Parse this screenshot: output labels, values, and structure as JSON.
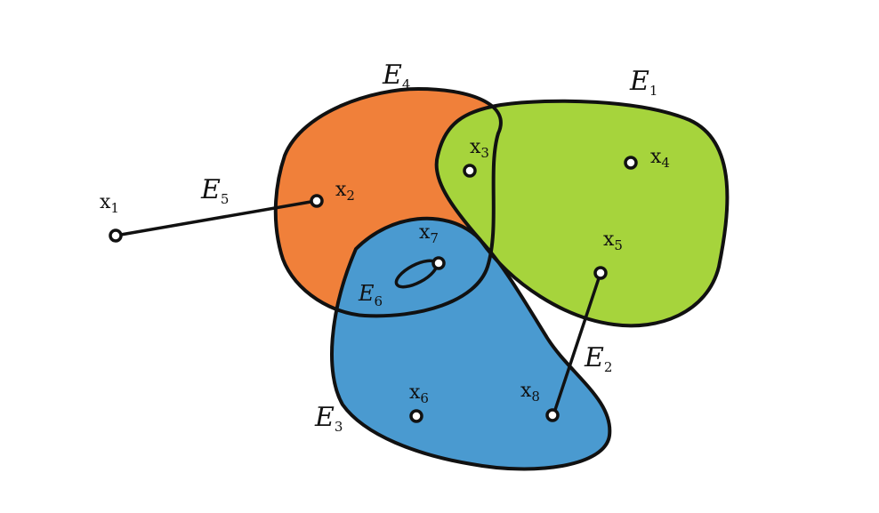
{
  "colors": {
    "E1": "#a6d43c",
    "E3": "#4a9ad0",
    "E4": "#f0803a",
    "overlap_E1_E4": "#a6d43c",
    "overlap_E3_E4": "#4a9ad0",
    "loop_E6": "#7ec6e6",
    "outline": "#111111",
    "background": "#ffffff"
  },
  "hyperedges": {
    "E1": {
      "letter": "E",
      "sub": "1"
    },
    "E2": {
      "letter": "E",
      "sub": "2"
    },
    "E3": {
      "letter": "E",
      "sub": "3"
    },
    "E4": {
      "letter": "E",
      "sub": "4"
    },
    "E5": {
      "letter": "E",
      "sub": "5"
    },
    "E6": {
      "letter": "E",
      "sub": "6"
    }
  },
  "vertices": {
    "x1": {
      "letter": "x",
      "sub": "1"
    },
    "x2": {
      "letter": "x",
      "sub": "2"
    },
    "x3": {
      "letter": "x",
      "sub": "3"
    },
    "x4": {
      "letter": "x",
      "sub": "4"
    },
    "x5": {
      "letter": "x",
      "sub": "5"
    },
    "x6": {
      "letter": "x",
      "sub": "6"
    },
    "x7": {
      "letter": "x",
      "sub": "7"
    },
    "x8": {
      "letter": "x",
      "sub": "8"
    }
  }
}
